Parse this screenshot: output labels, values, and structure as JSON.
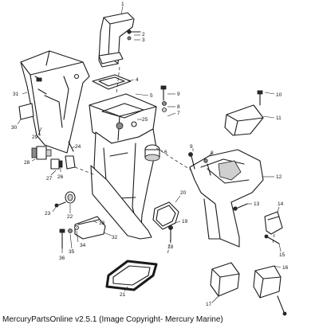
{
  "footer": {
    "text": "MercuryPartsOnline v2.5.1 (Image Copyright- Mercury Marine)"
  },
  "callouts": {
    "c1": "1",
    "c2": "2",
    "c3": "3",
    "c4": "4",
    "c5": "5",
    "c6": "6",
    "c7": "7",
    "c8": "8",
    "c9": "9",
    "c10": "10",
    "c11": "11",
    "c12": "12",
    "c13": "13",
    "c14": "14",
    "c15": "15",
    "c16": "16",
    "c17": "17",
    "c18": "18",
    "c19": "19",
    "c20": "20",
    "c21": "21",
    "c22": "22",
    "c23": "23",
    "c24": "24",
    "c25": "25",
    "c26": "26",
    "c27": "27",
    "c28": "28",
    "c29": "29",
    "c30": "30",
    "c31": "31",
    "c32": "32",
    "c33": "33",
    "c34": "34",
    "c35": "35",
    "c36": "36",
    "c8b": "8",
    "c9b": "9"
  }
}
